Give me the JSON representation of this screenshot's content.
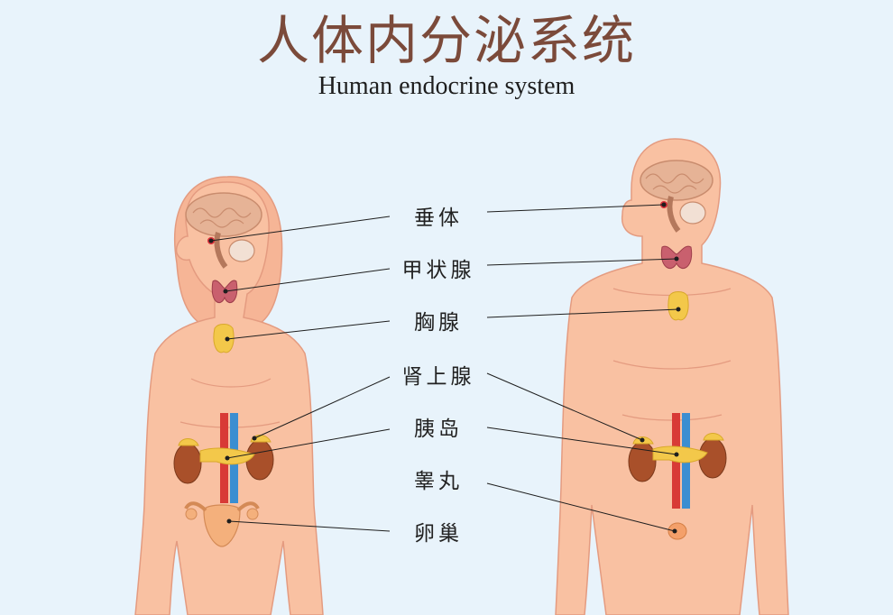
{
  "title": "人体内分泌系统",
  "subtitle": "Human endocrine system",
  "labels": {
    "pituitary": "垂体",
    "thyroid": "甲状腺",
    "thymus": "胸腺",
    "adrenal": "肾上腺",
    "pancreas": "胰岛",
    "testes": "睾丸",
    "ovary": "卵巢"
  },
  "colors": {
    "background": "#e8f3fb",
    "skin": "#f9c1a2",
    "skin_line": "#e49b80",
    "brain": "#e6b396",
    "thyroid": "#c9606e",
    "gland_yellow": "#f3c84a",
    "kidney": "#a9502a",
    "artery": "#d83a36",
    "vein": "#3b8ed1",
    "title": "#7b4a3a"
  }
}
